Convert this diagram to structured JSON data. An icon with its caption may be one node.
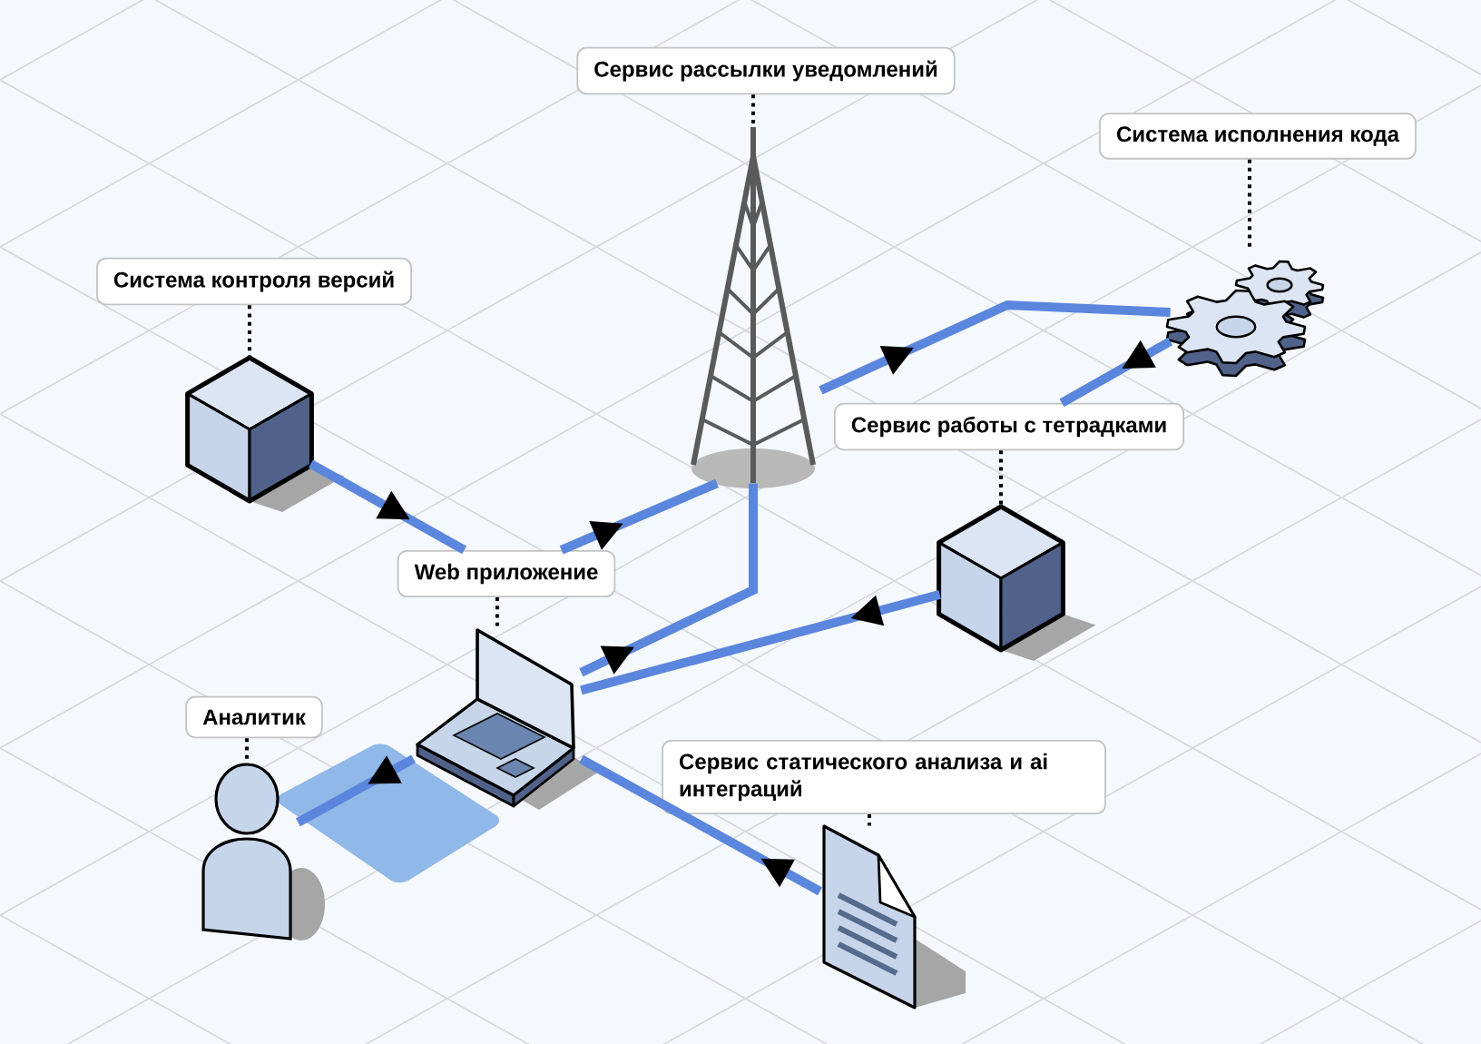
{
  "diagram": {
    "nodes": [
      {
        "text": [
          "Сервис рассылки уведомлений"
        ]
      },
      {
        "text": [],
        "shape": "tower"
      },
      {
        "text": [
          "Система исполнения кода"
        ]
      },
      {
        "text": [],
        "shape": "gears"
      },
      {
        "text": [
          "Система контроля версий"
        ]
      },
      {
        "text": [],
        "shape": "cube"
      },
      {
        "text": [
          "Сервис работы с тетрадками"
        ]
      },
      {
        "text": [],
        "shape": "cube"
      },
      {
        "text": [
          "Web приложение"
        ]
      },
      {
        "text": [],
        "shape": "laptop"
      },
      {
        "text": [
          "Аналитик"
        ]
      },
      {
        "text": [],
        "shape": "person"
      },
      {
        "text": [
          "Сервис статического анализа и ai интеграций"
        ]
      },
      {
        "text": [],
        "shape": "document"
      }
    ],
    "edges": [
      {
        "from": 0,
        "to": 1,
        "arrow": "none",
        "style": "dashed",
        "color": "#000000"
      },
      {
        "from": 2,
        "to": 3,
        "arrow": "none",
        "style": "dashed",
        "color": "#000000"
      },
      {
        "from": 4,
        "to": 5,
        "arrow": "none",
        "style": "dashed",
        "color": "#000000"
      },
      {
        "from": 6,
        "to": 7,
        "arrow": "none",
        "style": "dashed",
        "color": "#000000"
      },
      {
        "from": 8,
        "to": 9,
        "arrow": "none",
        "style": "dashed",
        "color": "#000000"
      },
      {
        "from": 10,
        "to": 11,
        "arrow": "none",
        "style": "dashed",
        "color": "#000000"
      },
      {
        "from": 12,
        "to": 13,
        "arrow": "none",
        "style": "dashed",
        "color": "#000000"
      },
      {
        "from": 8,
        "to": 5,
        "arrow": "to"
      },
      {
        "from": 1,
        "to": 8,
        "arrow": "to"
      },
      {
        "from": 3,
        "to": 1,
        "arrow": "to"
      },
      {
        "from": 6,
        "to": 3,
        "arrow": "to"
      },
      {
        "from": 1,
        "to": 9,
        "arrow": "to"
      },
      {
        "from": 9,
        "to": 7,
        "arrow": "to"
      },
      {
        "from": 9,
        "to": 13,
        "arrow": "to"
      },
      {
        "from": 11,
        "to": 9,
        "arrow": "to"
      }
    ]
  }
}
